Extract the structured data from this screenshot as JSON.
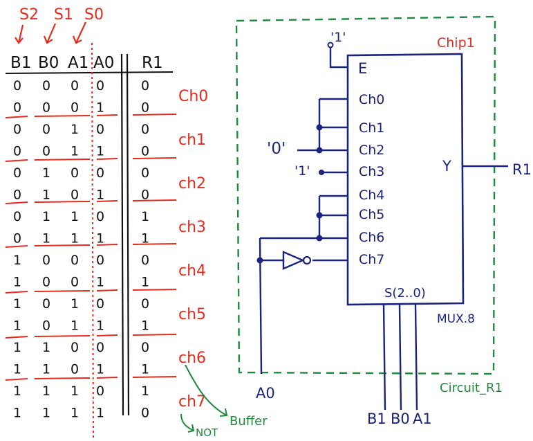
{
  "table": {
    "select_labels": [
      "S2",
      "S1",
      "S0"
    ],
    "headers": [
      "B1",
      "B0",
      "A1",
      "A0",
      "R1"
    ],
    "rows": [
      [
        "0",
        "0",
        "0",
        "0",
        "0"
      ],
      [
        "0",
        "0",
        "0",
        "1",
        "0"
      ],
      [
        "0",
        "0",
        "1",
        "0",
        "0"
      ],
      [
        "0",
        "0",
        "1",
        "1",
        "0"
      ],
      [
        "0",
        "1",
        "0",
        "0",
        "0"
      ],
      [
        "0",
        "1",
        "0",
        "1",
        "0"
      ],
      [
        "0",
        "1",
        "1",
        "0",
        "1"
      ],
      [
        "0",
        "1",
        "1",
        "1",
        "1"
      ],
      [
        "1",
        "0",
        "0",
        "0",
        "0"
      ],
      [
        "1",
        "0",
        "0",
        "1",
        "1"
      ],
      [
        "1",
        "0",
        "1",
        "0",
        "0"
      ],
      [
        "1",
        "0",
        "1",
        "1",
        "1"
      ],
      [
        "1",
        "1",
        "0",
        "0",
        "0"
      ],
      [
        "1",
        "1",
        "0",
        "1",
        "1"
      ],
      [
        "1",
        "1",
        "1",
        "0",
        "1"
      ],
      [
        "1",
        "1",
        "1",
        "1",
        "0"
      ]
    ],
    "channel_labels": [
      "Ch0",
      "ch1",
      "ch2",
      "ch3",
      "ch4",
      "ch5",
      "ch6",
      "ch7"
    ],
    "notes": {
      "buffer": "Buffer",
      "not": "NOT"
    }
  },
  "circuit": {
    "chip_label": "Chip1",
    "circuit_label": "Circuit_R1",
    "enable_value": "'1'",
    "enable_pin": "E",
    "channels": [
      "Ch0",
      "Ch1",
      "Ch2",
      "Ch3",
      "Ch4",
      "Ch5",
      "Ch6",
      "Ch7"
    ],
    "zero_const": "'0'",
    "one_const": "'1'",
    "output_pin": "Y",
    "output_label": "R1",
    "select_label": "S(2..0)",
    "mux_name": "MUX.8",
    "input_a0": "A0",
    "select_inputs": [
      "B1",
      "B0",
      "A1"
    ]
  },
  "colors": {
    "ink": "#111111",
    "red": "#e62a1e",
    "navy": "#1a237e",
    "green": "#1e8a3c"
  }
}
